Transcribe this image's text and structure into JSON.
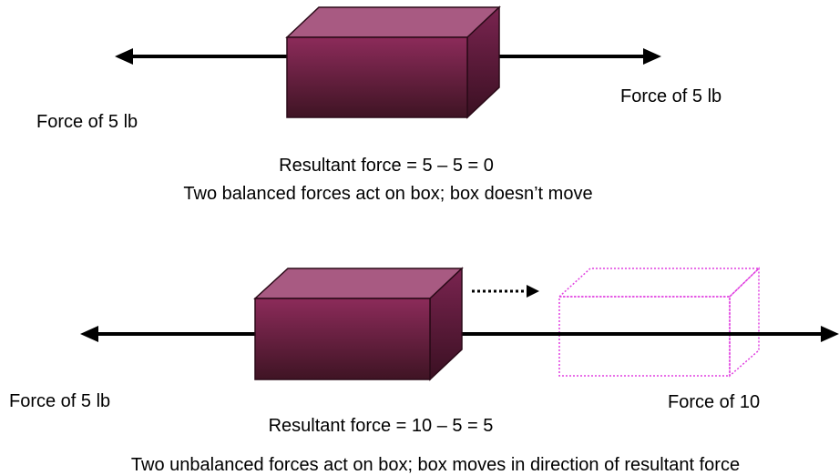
{
  "top_scene": {
    "label_left": "Force of 5 lb",
    "label_right": "Force of 5 lb",
    "equation": "Resultant force = 5 – 5 = 0",
    "caption": "Two balanced forces act on box; box doesn’t move"
  },
  "bottom_scene": {
    "label_left": "Force of 5 lb",
    "label_right": "Force of 10",
    "equation": "Resultant force = 10 – 5 = 5",
    "caption": "Two unbalanced forces act on box; box moves in direction of resultant force"
  },
  "colors": {
    "box_front_top": "#8c2b5a",
    "box_front_bottom": "#3f1424",
    "box_top_face": "#a85a82",
    "box_side_face": "#7a2450",
    "box_outline": "#2b0a18",
    "ghost_box": "#e040e0",
    "arrow": "#000000"
  }
}
